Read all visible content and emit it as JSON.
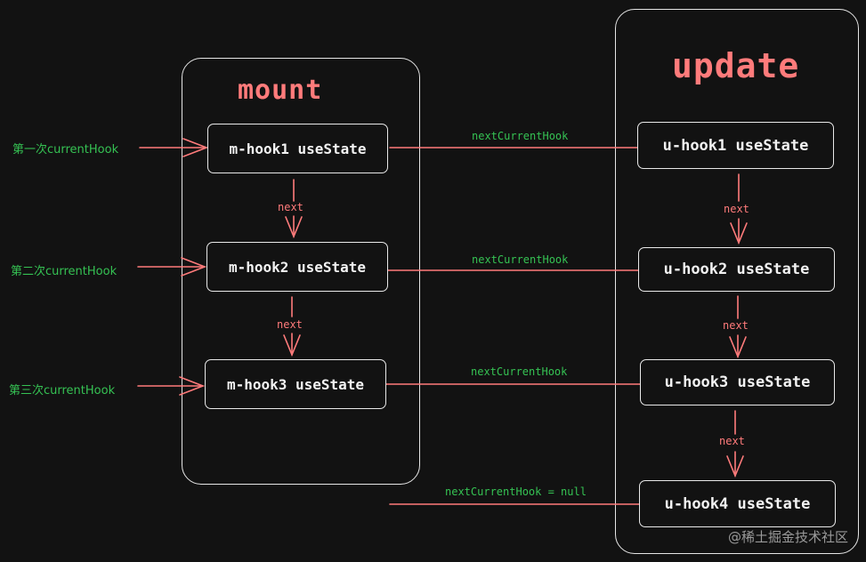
{
  "mount": {
    "title": "mount",
    "hooks": [
      "m-hook1 useState",
      "m-hook2 useState",
      "m-hook3 useState"
    ],
    "next_labels": [
      "next",
      "next"
    ]
  },
  "update": {
    "title": "update",
    "hooks": [
      "u-hook1 useState",
      "u-hook2 useState",
      "u-hook3 useState",
      "u-hook4 useState"
    ],
    "next_labels": [
      "next",
      "next",
      "next"
    ]
  },
  "current_hook_labels": [
    "第一次currentHook",
    "第二次currentHook",
    "第三次currentHook"
  ],
  "next_current_hook_labels": [
    "nextCurrentHook",
    "nextCurrentHook",
    "nextCurrentHook",
    "nextCurrentHook = null"
  ],
  "watermark": "@稀土掘金技术社区",
  "colors": {
    "background": "#121212",
    "box_stroke": "#e9e9e9",
    "red": "#ff7b7b",
    "green": "#35c253"
  }
}
